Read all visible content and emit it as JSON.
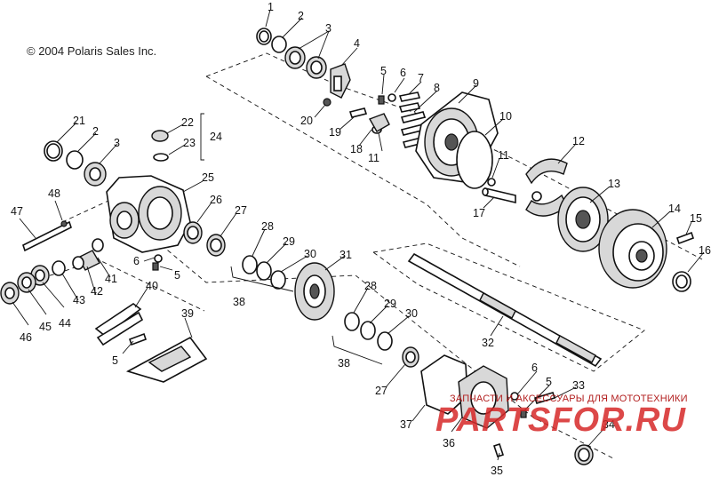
{
  "copyright": "© 2004 Polaris Sales Inc.",
  "callouts": [
    "1",
    "2",
    "3",
    "4",
    "5",
    "6",
    "7",
    "8",
    "9",
    "10",
    "11",
    "12",
    "13",
    "14",
    "15",
    "16",
    "17",
    "18",
    "19",
    "20",
    "21",
    "22",
    "23",
    "24",
    "25",
    "26",
    "27",
    "28",
    "29",
    "30",
    "31",
    "32",
    "33",
    "34",
    "35",
    "36",
    "37",
    "38",
    "39",
    "40",
    "41",
    "42",
    "43",
    "44",
    "45",
    "46",
    "47",
    "48"
  ],
  "watermark": {
    "tagline": "ЗАПЧАСТИ И АКСЕССУАРЫ ДЛЯ МОТОТЕХНИКИ",
    "logo": "PARTSFOR.RU"
  }
}
